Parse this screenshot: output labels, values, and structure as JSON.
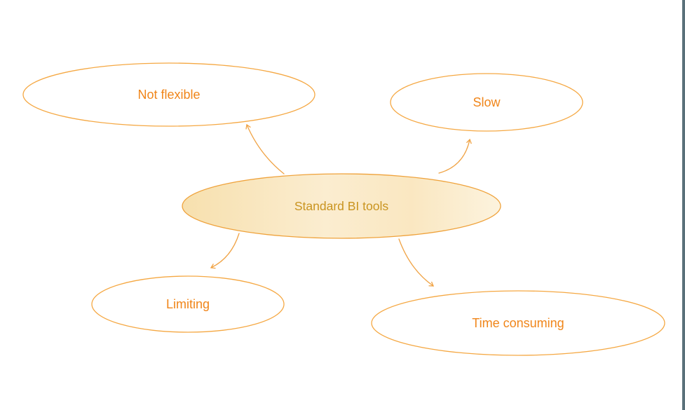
{
  "app": {
    "background_color": "#FFFFFF",
    "window_edge_color": "#5A717A"
  },
  "mindmap": {
    "diagram_type": "mindmap",
    "center_node": {
      "label": "Standard BI tools",
      "text_color": "#C9941F",
      "stroke_color": "#EFA23B",
      "fill_gradient": {
        "left": "#F7E0AE",
        "mid": "#FBEDD0",
        "mid2": "#FAE7C1",
        "right": "#FCF3DE"
      }
    },
    "branch_nodes": [
      {
        "label": "Not flexible"
      },
      {
        "label": "Slow"
      },
      {
        "label": "Limiting"
      },
      {
        "label": "Time consuming"
      }
    ],
    "branch_style": {
      "fill": "#FFFFFF",
      "stroke_color": "#F5A843",
      "text_color": "#F08519"
    },
    "connector_color": "#F0A345"
  }
}
